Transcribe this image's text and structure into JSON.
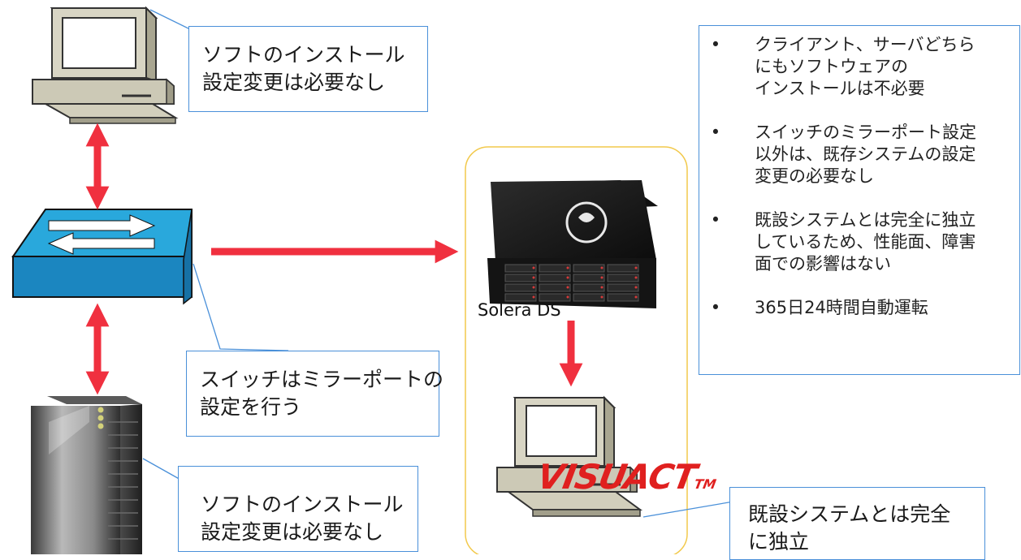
{
  "callouts": {
    "client": [
      "ソフトのインストール",
      "設定変更は必要なし"
    ],
    "switch": [
      "スイッチはミラーポートの",
      "設定を行う"
    ],
    "server": [
      "ソフトのインストール",
      "設定変更は必要なし"
    ],
    "visuact": [
      "既設システムとは完全",
      "に独立"
    ]
  },
  "info_bullets": [
    [
      "クライアント、サーバどちら",
      "にもソフトウェアの",
      "インストールは不必要"
    ],
    [
      "スイッチのミラーポート設定",
      "以外は、既存システムの設定",
      "変更の必要なし"
    ],
    [
      "既設システムとは完全に独立",
      "しているため、性能面、障害",
      "面での影響はない"
    ],
    [
      "365日24時間自動運転"
    ]
  ],
  "bullet_symbol": "•",
  "labels": {
    "solera": "Solera DS",
    "visuact_logo": "VISUACT",
    "visuact_tm": "TM"
  },
  "colors": {
    "arrow": "#f0303f",
    "callout_border": "#4a90d9",
    "solera_group_border": "#f2c94c",
    "switch_top": "#29a8dc",
    "switch_front": "#1b86c0",
    "visuact_logo": "#e0201f"
  },
  "icons": [
    "client-computer-icon",
    "network-switch-icon",
    "server-tower-icon",
    "solera-appliance-icon",
    "visuact-computer-icon"
  ]
}
